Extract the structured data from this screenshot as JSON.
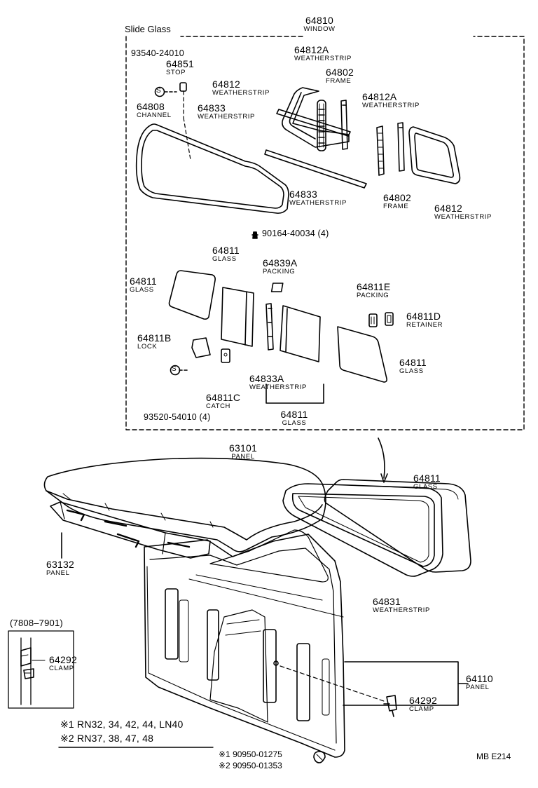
{
  "section_title": "Slide Glass",
  "parts": {
    "window_64810": {
      "no": "64810",
      "name": "WINDOW"
    },
    "screw_93540": {
      "no": "93540-24010"
    },
    "stop_64851": {
      "no": "64851",
      "name": "STOP"
    },
    "ws_64812A_top": {
      "no": "64812A",
      "name": "WEATHERSTRIP"
    },
    "frame_64802_top": {
      "no": "64802",
      "name": "FRAME"
    },
    "ws_64812_top": {
      "no": "64812",
      "name": "WEATHERSTRIP"
    },
    "channel_64808": {
      "no": "64808",
      "name": "CHANNEL"
    },
    "ws_64833_top": {
      "no": "64833",
      "name": "WEATHERSTRIP"
    },
    "ws_64812A_right": {
      "no": "64812A",
      "name": "WEATHERSTRIP"
    },
    "ws_64833_mid": {
      "no": "64833",
      "name": "WEATHERSTRIP"
    },
    "frame_64802_bot": {
      "no": "64802",
      "name": "FRAME"
    },
    "ws_64812_right": {
      "no": "64812",
      "name": "WEATHERSTRIP"
    },
    "screw_90164": {
      "no": "90164-40034 (4)"
    },
    "glass_64811_a": {
      "no": "64811",
      "name": "GLASS"
    },
    "packing_64839A": {
      "no": "64839A",
      "name": "PACKING"
    },
    "glass_64811_left": {
      "no": "64811",
      "name": "GLASS"
    },
    "packing_64811E": {
      "no": "64811E",
      "name": "PACKING"
    },
    "retainer_64811D": {
      "no": "64811D",
      "name": "RETAINER"
    },
    "lock_64811B": {
      "no": "64811B",
      "name": "LOCK"
    },
    "glass_64811_right": {
      "no": "64811",
      "name": "GLASS"
    },
    "ws_64833A": {
      "no": "64833A",
      "name": "WEATHERSTRIP"
    },
    "catch_64811C": {
      "no": "64811C",
      "name": "CATCH"
    },
    "screw_93520": {
      "no": "93520-54010 (4)"
    },
    "glass_64811_bot": {
      "no": "64811",
      "name": "GLASS"
    },
    "panel_63101": {
      "no": "63101",
      "name": "PANEL"
    },
    "glass_64811_main": {
      "no": "64811",
      "name": "GLASS"
    },
    "panel_63132": {
      "no": "63132",
      "name": "PANEL"
    },
    "ws_64831": {
      "no": "64831",
      "name": "WEATHERSTRIP"
    },
    "clamp_64292_inset": {
      "no": "64292",
      "name": "CLAMP"
    },
    "panel_64110": {
      "no": "64110",
      "name": "PANEL"
    },
    "clamp_64292": {
      "no": "64292",
      "name": "CLAMP"
    }
  },
  "inset_range": "(7808–7901)",
  "screw_symbol": "S",
  "notes": {
    "n1": "※1 RN32, 34, 42, 44, LN40",
    "n2": "※2 RN37, 38, 47, 48"
  },
  "bolts": {
    "b1": "※1 90950-01275",
    "b2": "※2 90950-01353"
  },
  "figure_code": "MB  E214"
}
